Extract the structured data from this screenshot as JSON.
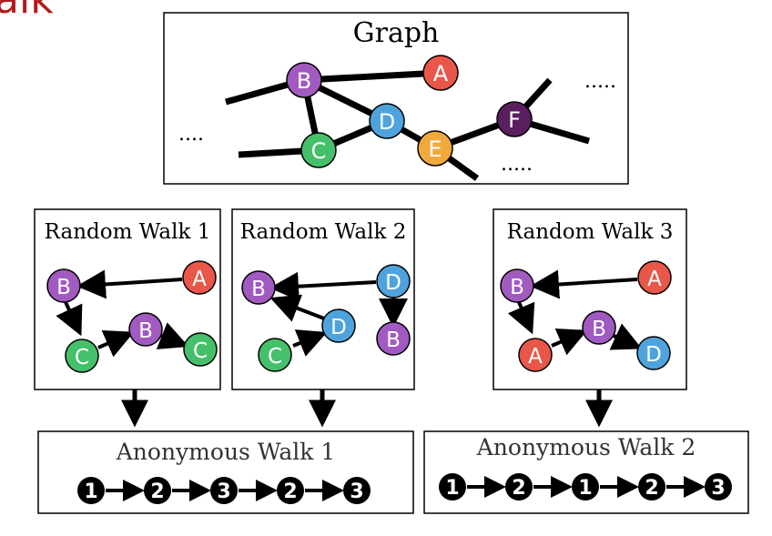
{
  "header": {
    "corner_title": "alk"
  },
  "graph": {
    "title": "Graph",
    "nodes": [
      {
        "id": "B",
        "color": "#a05ac0"
      },
      {
        "id": "A",
        "color": "#e8574a"
      },
      {
        "id": "D",
        "color": "#4fa3dc"
      },
      {
        "id": "C",
        "color": "#45c06a"
      },
      {
        "id": "E",
        "color": "#f2a93b"
      },
      {
        "id": "F",
        "color": "#5a1f5e"
      }
    ],
    "ellipses": [
      "....",
      ".....",
      "....."
    ]
  },
  "random_walks": [
    {
      "title": "Random Walk 1",
      "nodes": [
        "A",
        "B",
        "C",
        "B",
        "C"
      ]
    },
    {
      "title": "Random Walk 2",
      "nodes": [
        "B",
        "D",
        "D",
        "C",
        "B"
      ]
    },
    {
      "title": "Random Walk 3",
      "nodes": [
        "A",
        "B",
        "A",
        "B",
        "D"
      ]
    }
  ],
  "anonymous_walks": [
    {
      "title": "Anonymous Walk 1",
      "sequence": [
        "1",
        "2",
        "3",
        "2",
        "3"
      ]
    },
    {
      "title": "Anonymous Walk 2",
      "sequence": [
        "1",
        "2",
        "1",
        "2",
        "3"
      ]
    }
  ],
  "colors": {
    "purple": "#a05ac0",
    "red": "#e8574a",
    "blue": "#4fa3dc",
    "green": "#45c06a",
    "orange": "#f2a93b",
    "darkpurple": "#5a1f5e",
    "accent_title": "#b31b1b"
  }
}
